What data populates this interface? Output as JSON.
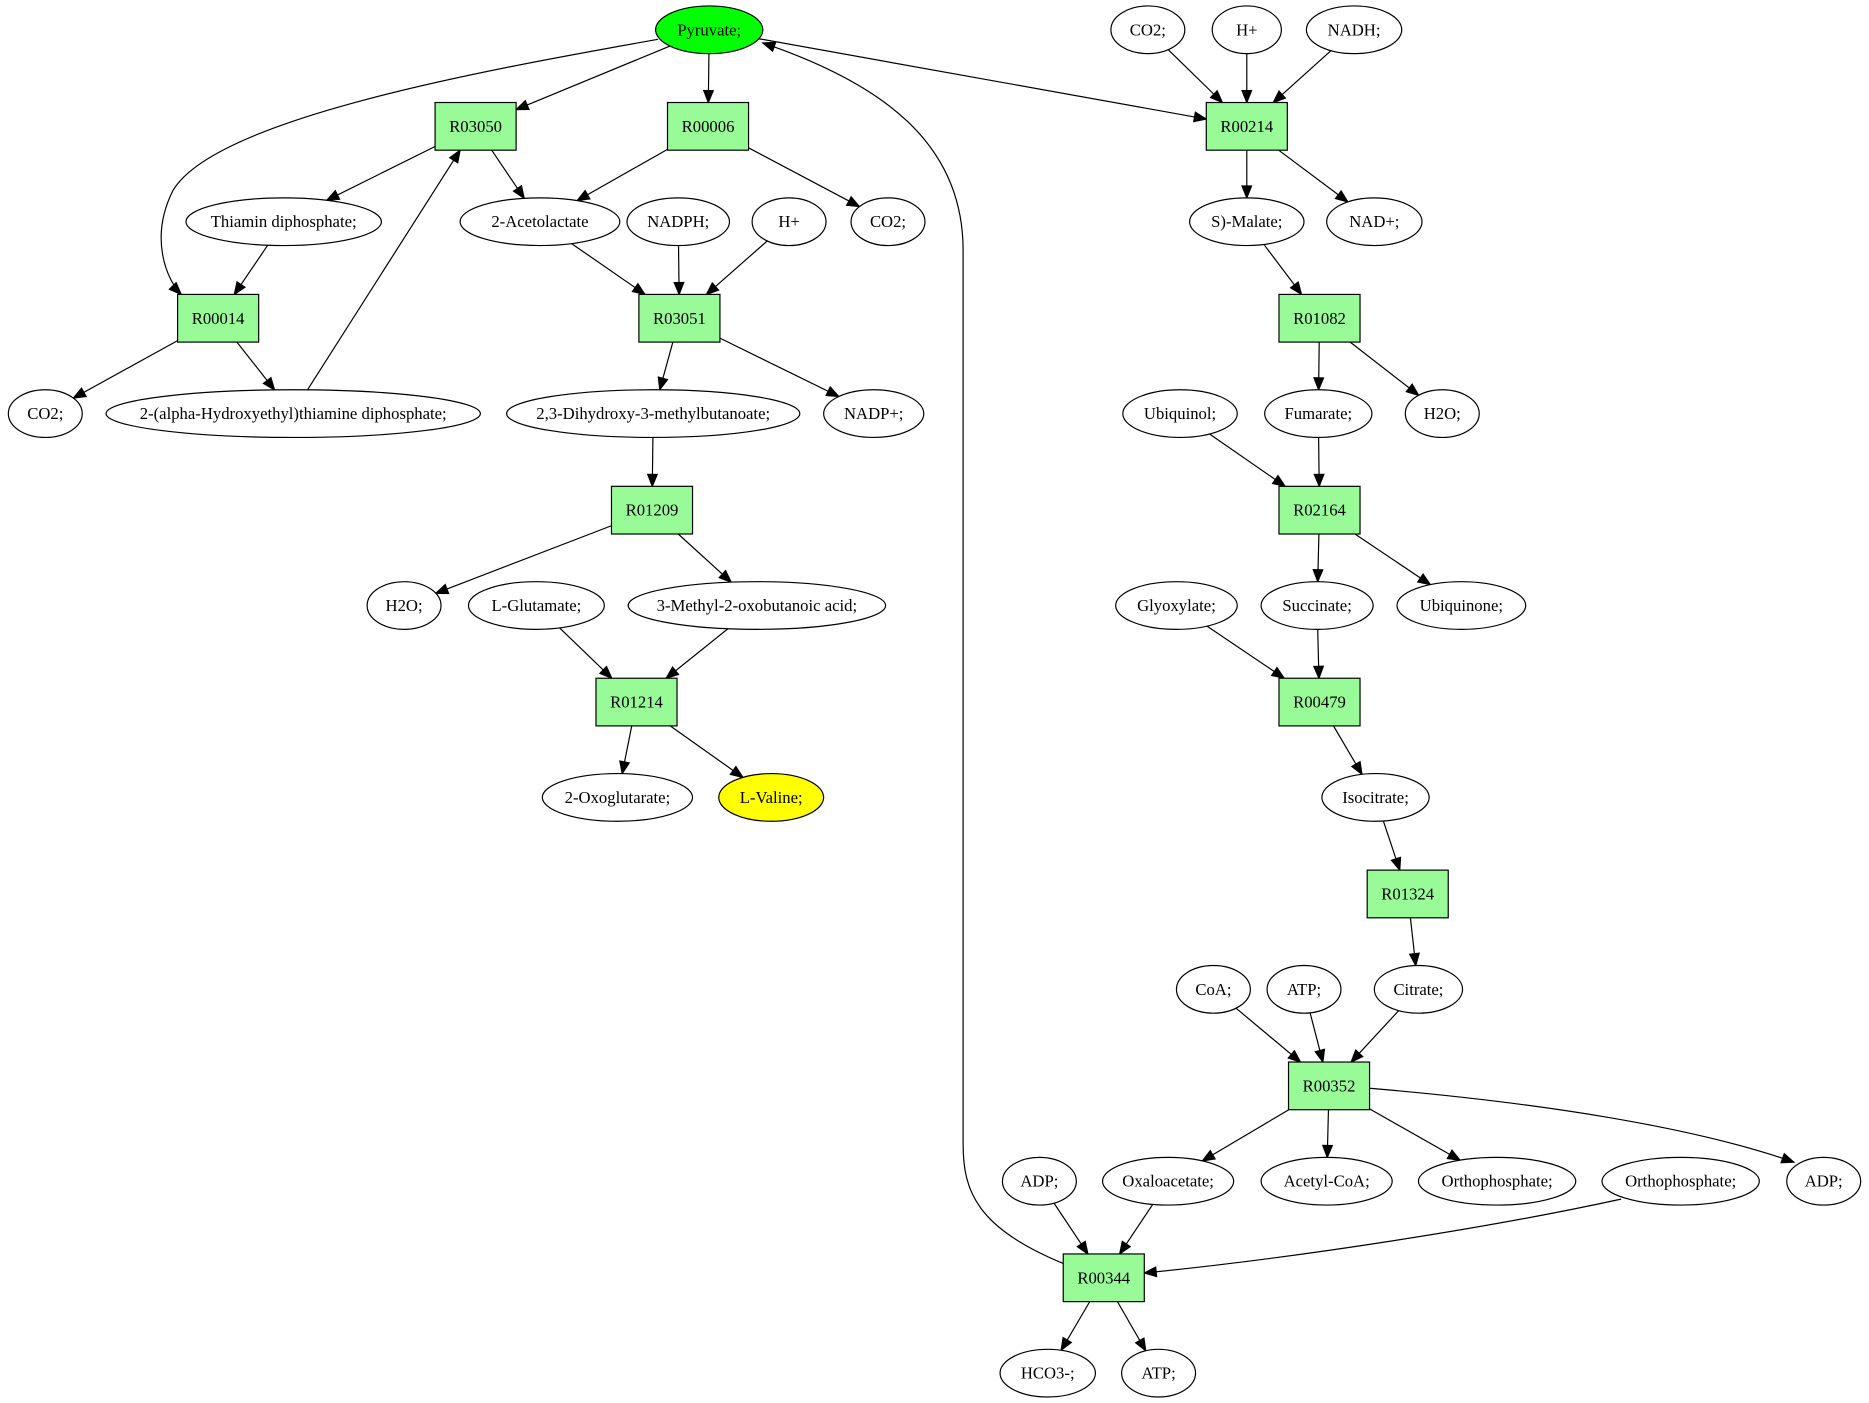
{
  "title": "Pyruvate to L-Valine pathway graph",
  "colors": {
    "source": "#00ff00",
    "target": "#ffff00",
    "reaction": "#98fb98",
    "compound": "#ffffff",
    "edge": "#000000"
  },
  "nodes": [
    {
      "id": "pyruvate",
      "label": "Pyruvate;",
      "kind": "source"
    },
    {
      "id": "R03050",
      "label": "R03050",
      "kind": "reaction"
    },
    {
      "id": "R00006",
      "label": "R00006",
      "kind": "reaction"
    },
    {
      "id": "R00014",
      "label": "R00014",
      "kind": "reaction"
    },
    {
      "id": "R03051",
      "label": "R03051",
      "kind": "reaction"
    },
    {
      "id": "R01209",
      "label": "R01209",
      "kind": "reaction"
    },
    {
      "id": "R01214",
      "label": "R01214",
      "kind": "reaction"
    },
    {
      "id": "R00214",
      "label": "R00214",
      "kind": "reaction"
    },
    {
      "id": "R01082",
      "label": "R01082",
      "kind": "reaction"
    },
    {
      "id": "R02164",
      "label": "R02164",
      "kind": "reaction"
    },
    {
      "id": "R00479",
      "label": "R00479",
      "kind": "reaction"
    },
    {
      "id": "R01324",
      "label": "R01324",
      "kind": "reaction"
    },
    {
      "id": "R00352",
      "label": "R00352",
      "kind": "reaction"
    },
    {
      "id": "R00344",
      "label": "R00344",
      "kind": "reaction"
    },
    {
      "id": "thiamin_dp",
      "label": "Thiamin diphosphate;",
      "kind": "compound"
    },
    {
      "id": "acetolactate",
      "label": "2-Acetolactate",
      "kind": "compound"
    },
    {
      "id": "nadph",
      "label": "NADPH;",
      "kind": "compound"
    },
    {
      "id": "hplus_1",
      "label": "H+",
      "kind": "compound"
    },
    {
      "id": "co2_1",
      "label": "CO2;",
      "kind": "compound"
    },
    {
      "id": "co2_2",
      "label": "CO2;",
      "kind": "compound"
    },
    {
      "id": "hydroxyethyl_tdp",
      "label": "2-(alpha-Hydroxyethyl)thiamine diphosphate;",
      "kind": "compound"
    },
    {
      "id": "dihydroxy",
      "label": "2,3-Dihydroxy-3-methylbutanoate;",
      "kind": "compound"
    },
    {
      "id": "nadp",
      "label": "NADP+;",
      "kind": "compound"
    },
    {
      "id": "h2o_1",
      "label": "H2O;",
      "kind": "compound"
    },
    {
      "id": "glutamate",
      "label": "L-Glutamate;",
      "kind": "compound"
    },
    {
      "id": "methyl_oxo",
      "label": "3-Methyl-2-oxobutanoic acid;",
      "kind": "compound"
    },
    {
      "id": "oxoglutarate",
      "label": "2-Oxoglutarate;",
      "kind": "compound"
    },
    {
      "id": "valine",
      "label": "L-Valine;",
      "kind": "target"
    },
    {
      "id": "co2_3",
      "label": "CO2;",
      "kind": "compound"
    },
    {
      "id": "hplus_2",
      "label": "H+",
      "kind": "compound"
    },
    {
      "id": "nadh",
      "label": "NADH;",
      "kind": "compound"
    },
    {
      "id": "malate",
      "label": "S)-Malate;",
      "kind": "compound"
    },
    {
      "id": "nad",
      "label": "NAD+;",
      "kind": "compound"
    },
    {
      "id": "ubiquinol",
      "label": "Ubiquinol;",
      "kind": "compound"
    },
    {
      "id": "fumarate",
      "label": "Fumarate;",
      "kind": "compound"
    },
    {
      "id": "h2o_2",
      "label": "H2O;",
      "kind": "compound"
    },
    {
      "id": "glyoxylate",
      "label": "Glyoxylate;",
      "kind": "compound"
    },
    {
      "id": "succinate",
      "label": "Succinate;",
      "kind": "compound"
    },
    {
      "id": "ubiquinone",
      "label": "Ubiquinone;",
      "kind": "compound"
    },
    {
      "id": "isocitrate",
      "label": "Isocitrate;",
      "kind": "compound"
    },
    {
      "id": "coa",
      "label": "CoA;",
      "kind": "compound"
    },
    {
      "id": "atp_1",
      "label": "ATP;",
      "kind": "compound"
    },
    {
      "id": "citrate",
      "label": "Citrate;",
      "kind": "compound"
    },
    {
      "id": "adp_1",
      "label": "ADP;",
      "kind": "compound"
    },
    {
      "id": "oxaloacetate",
      "label": "Oxaloacetate;",
      "kind": "compound"
    },
    {
      "id": "acetylcoa",
      "label": "Acetyl-CoA;",
      "kind": "compound"
    },
    {
      "id": "orthophosphate_1",
      "label": "Orthophosphate;",
      "kind": "compound"
    },
    {
      "id": "orthophosphate_2",
      "label": "Orthophosphate;",
      "kind": "compound"
    },
    {
      "id": "adp_2",
      "label": "ADP;",
      "kind": "compound"
    },
    {
      "id": "hco3",
      "label": "HCO3-;",
      "kind": "compound"
    },
    {
      "id": "atp_2",
      "label": "ATP;",
      "kind": "compound"
    }
  ],
  "edges": [
    {
      "from": "pyruvate",
      "to": "R03050"
    },
    {
      "from": "pyruvate",
      "to": "R00006"
    },
    {
      "from": "pyruvate",
      "to": "R00014"
    },
    {
      "from": "pyruvate",
      "to": "R00214"
    },
    {
      "from": "R00344",
      "to": "pyruvate"
    },
    {
      "from": "R03050",
      "to": "thiamin_dp"
    },
    {
      "from": "R03050",
      "to": "acetolactate"
    },
    {
      "from": "thiamin_dp",
      "to": "R00014"
    },
    {
      "from": "R00014",
      "to": "co2_2"
    },
    {
      "from": "R00014",
      "to": "hydroxyethyl_tdp"
    },
    {
      "from": "hydroxyethyl_tdp",
      "to": "R03050"
    },
    {
      "from": "R00006",
      "to": "acetolactate"
    },
    {
      "from": "R00006",
      "to": "co2_1"
    },
    {
      "from": "acetolactate",
      "to": "R03051"
    },
    {
      "from": "nadph",
      "to": "R03051"
    },
    {
      "from": "hplus_1",
      "to": "R03051"
    },
    {
      "from": "R03051",
      "to": "dihydroxy"
    },
    {
      "from": "R03051",
      "to": "nadp"
    },
    {
      "from": "dihydroxy",
      "to": "R01209"
    },
    {
      "from": "R01209",
      "to": "h2o_1"
    },
    {
      "from": "R01209",
      "to": "methyl_oxo"
    },
    {
      "from": "glutamate",
      "to": "R01214"
    },
    {
      "from": "methyl_oxo",
      "to": "R01214"
    },
    {
      "from": "R01214",
      "to": "oxoglutarate"
    },
    {
      "from": "R01214",
      "to": "valine"
    },
    {
      "from": "co2_3",
      "to": "R00214"
    },
    {
      "from": "hplus_2",
      "to": "R00214"
    },
    {
      "from": "nadh",
      "to": "R00214"
    },
    {
      "from": "R00214",
      "to": "malate"
    },
    {
      "from": "R00214",
      "to": "nad"
    },
    {
      "from": "malate",
      "to": "R01082"
    },
    {
      "from": "R01082",
      "to": "fumarate"
    },
    {
      "from": "R01082",
      "to": "h2o_2"
    },
    {
      "from": "ubiquinol",
      "to": "R02164"
    },
    {
      "from": "fumarate",
      "to": "R02164"
    },
    {
      "from": "R02164",
      "to": "succinate"
    },
    {
      "from": "R02164",
      "to": "ubiquinone"
    },
    {
      "from": "glyoxylate",
      "to": "R00479"
    },
    {
      "from": "succinate",
      "to": "R00479"
    },
    {
      "from": "R00479",
      "to": "isocitrate"
    },
    {
      "from": "isocitrate",
      "to": "R01324"
    },
    {
      "from": "R01324",
      "to": "citrate"
    },
    {
      "from": "coa",
      "to": "R00352"
    },
    {
      "from": "atp_1",
      "to": "R00352"
    },
    {
      "from": "citrate",
      "to": "R00352"
    },
    {
      "from": "R00352",
      "to": "oxaloacetate"
    },
    {
      "from": "R00352",
      "to": "acetylcoa"
    },
    {
      "from": "R00352",
      "to": "orthophosphate_1"
    },
    {
      "from": "R00352",
      "to": "adp_2"
    },
    {
      "from": "adp_1",
      "to": "R00344"
    },
    {
      "from": "oxaloacetate",
      "to": "R00344"
    },
    {
      "from": "orthophosphate_2",
      "to": "R00344"
    },
    {
      "from": "R00344",
      "to": "hco3"
    },
    {
      "from": "R00344",
      "to": "atp_2"
    }
  ]
}
